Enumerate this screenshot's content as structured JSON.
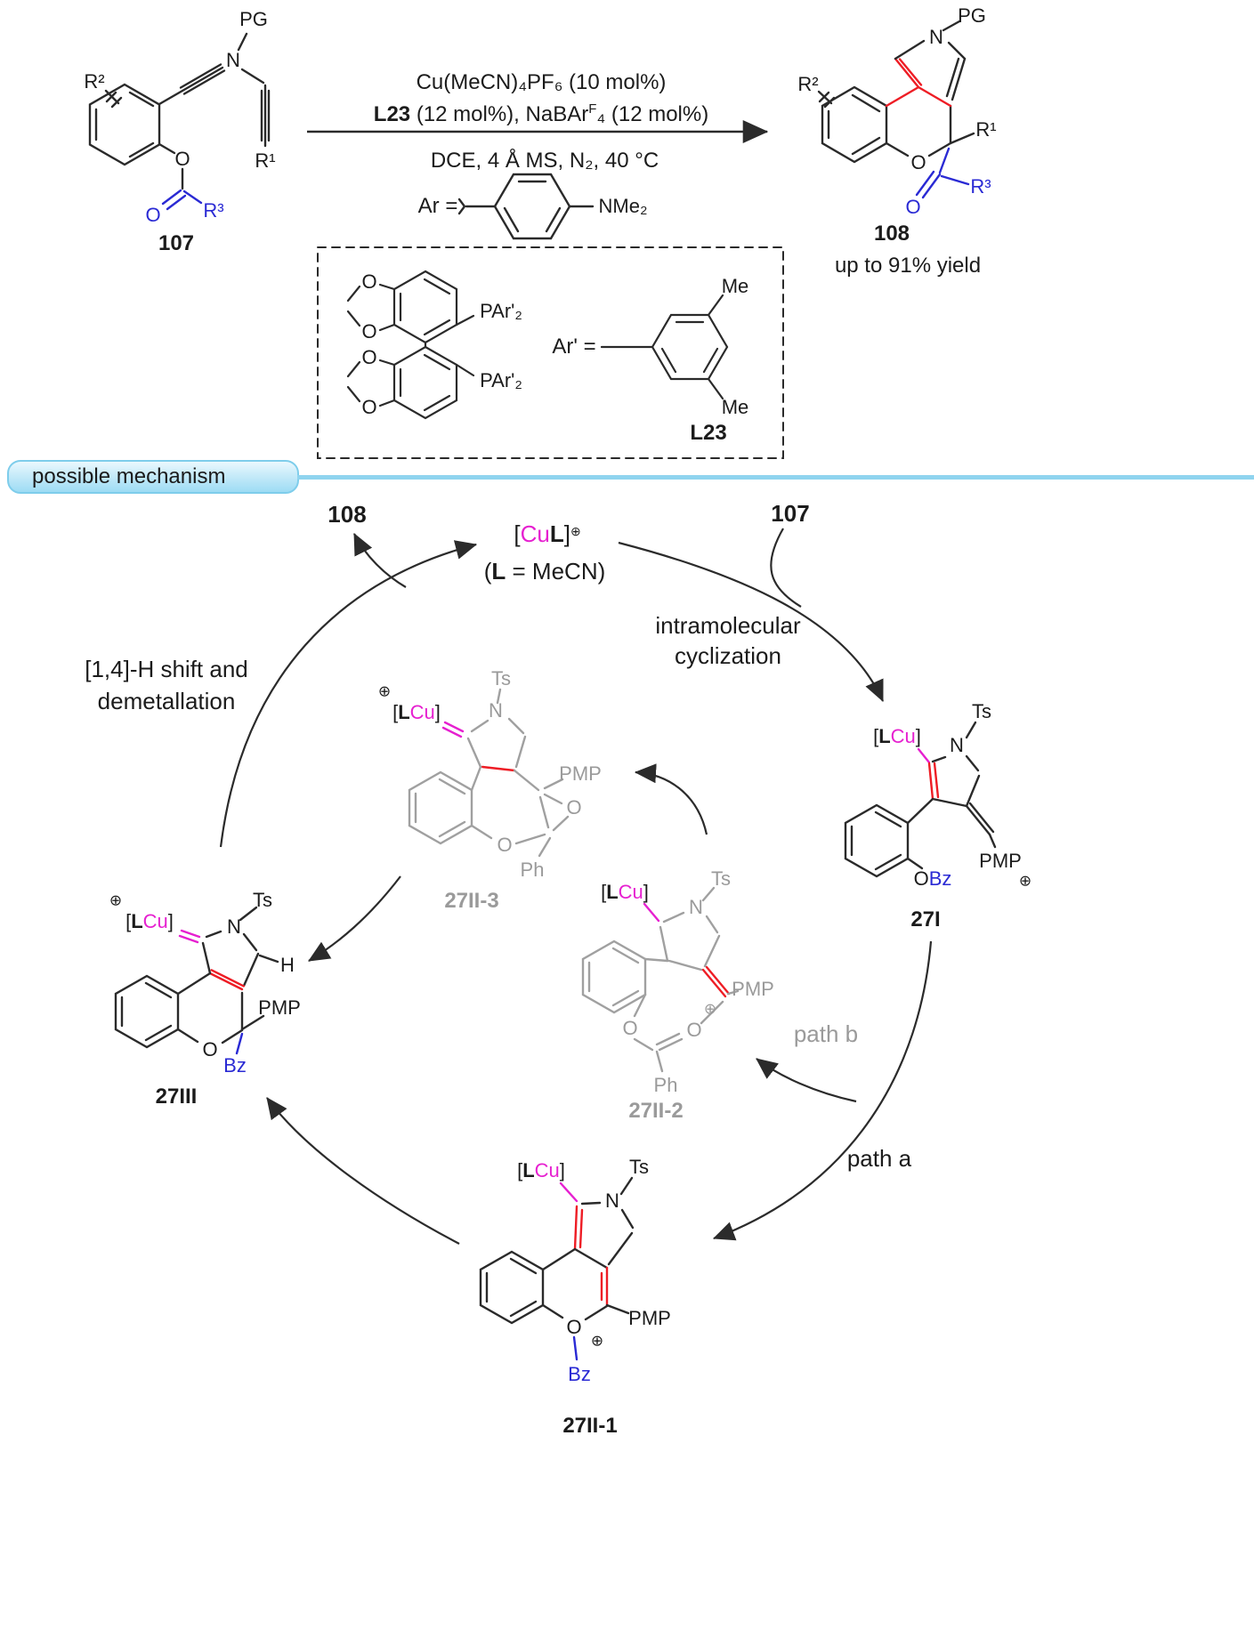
{
  "colors": {
    "blue": "#2a2ad4",
    "red": "#ee1d25",
    "magenta": "#e620d0",
    "gray": "#9a9a9a",
    "black": "#2a2a2a",
    "banner_line": "#8fd4ef"
  },
  "tokens": {
    "pg": "PG",
    "n": "N",
    "o": "O",
    "ts": "Ts",
    "pmp": "PMP",
    "ph": "Ph",
    "bz": "Bz",
    "h": "H",
    "me": "Me",
    "r1": "R¹",
    "r2": "R²",
    "r3": "R³",
    "plus": "⊕",
    "br_o": "[",
    "br_c": "]",
    "cu": "Cu",
    "l": "L",
    "nme2": "NMe₂",
    "par2": "PAr'₂"
  },
  "scheme": {
    "reactant_label": "107",
    "product_label": "108",
    "yield": "up to 91% yield",
    "cond1": "Cu(MeCN)₄PF₆ (10 mol%)",
    "cond2_bold": "L23",
    "cond2_a": " (12 mol%), NaBAr",
    "cond2_sup": "F",
    "cond2_b": "₄ (12 mol%)",
    "cond3": "DCE, 4 Å MS, N₂, 40 °C",
    "ar_eq": "Ar =",
    "arp_eq": "Ar' =",
    "ligand_label": "L23"
  },
  "banner": {
    "label": "possible mechanism"
  },
  "cycle": {
    "cat_l_def_a": "(",
    "cat_l_def_b": " = MeCN)",
    "c107": "107",
    "c108": "108",
    "step_right_1": "intramolecular",
    "step_right_2": "cyclization",
    "step_left_1": "[1,4]-H shift and",
    "step_left_2": "demetallation",
    "path_a": "path a",
    "path_b": "path b",
    "i1": "27I",
    "i21": "27II-1",
    "i22": "27II-2",
    "i23": "27II-3",
    "i3": "27III"
  }
}
